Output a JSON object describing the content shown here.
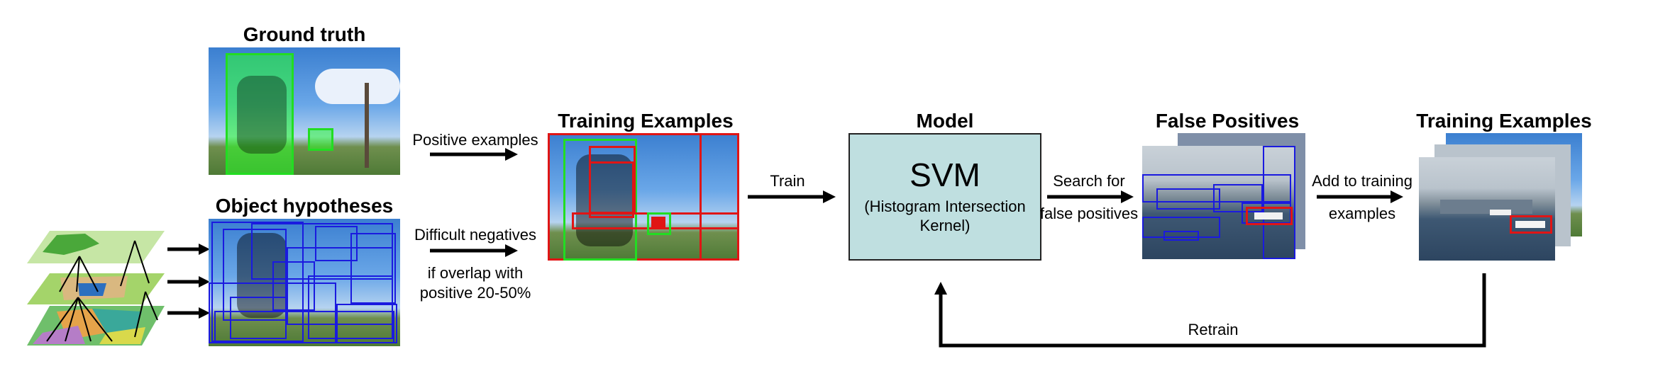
{
  "titles": {
    "ground_truth": "Ground truth",
    "object_hypotheses": "Object hypotheses",
    "training_examples_1": "Training Examples",
    "model": "Model",
    "false_positives": "False Positives",
    "training_examples_2": "Training Examples"
  },
  "labels": {
    "positive_examples": "Positive examples",
    "difficult_negatives": "Difficult negatives",
    "overlap_line1": "if overlap with",
    "overlap_line2": "positive 20-50%",
    "train": "Train",
    "search_line1": "Search for",
    "search_line2": "false positives",
    "add_line1": "Add to training",
    "add_line2": "examples",
    "retrain": "Retrain"
  },
  "model": {
    "name": "SVM",
    "detail_line1": "(Histogram Intersection",
    "detail_line2": "Kernel)"
  },
  "colors": {
    "positive_box": "#22dd22",
    "negative_box": "#e01515",
    "hypothesis_box": "#1a1adf",
    "model_fill": "#bfdfe0"
  }
}
